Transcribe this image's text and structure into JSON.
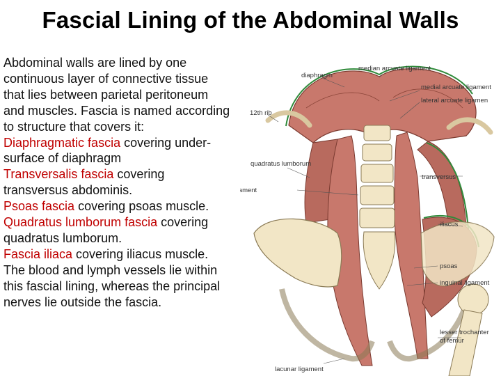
{
  "title": "Fascial Lining of the Abdominal Walls",
  "body": {
    "intro": [
      "Abdominal walls are lined by one",
      "continuous layer of connective tissue",
      "that lies between parietal peritoneum",
      "and muscles. Fascia is named according",
      "to structure that covers it:"
    ],
    "fasciae": [
      {
        "name": "Diaphragmatic fascia",
        "desc_1": " covering under-",
        "desc_2": "surface of diaphragm"
      },
      {
        "name": "Transversalis fascia",
        "desc_1": " covering",
        "desc_2": "transversus abdominis."
      },
      {
        "name": "Psoas fascia",
        "desc_1": " covering psoas muscle.",
        "desc_2": ""
      },
      {
        "name": "Quadratus lumborum fascia",
        "desc_1": " covering",
        "desc_2": "quadratus lumborum."
      },
      {
        "name": "Fascia iliaca",
        "desc_1": " covering iliacus muscle.",
        "desc_2": ""
      }
    ],
    "closing": [
      "The blood and lymph vessels lie within",
      "this fascial lining, whereas the principal",
      "nerves lie outside the fascia."
    ]
  },
  "figure_labels": {
    "diaphragm": "diaphragm",
    "median_arcuate": "median arcuate ligament",
    "medial_arcuate": "medial arcuate ligament",
    "lateral_arcuate": "lateral arcuate ligamen",
    "rib12": "12th rib",
    "quadratus_lumborum": "quadratus lumborum",
    "transversus": "transversus",
    "iliolumbar": "iliolumbar ligament",
    "iliacus": "iliacus",
    "psoas": "psoas",
    "inguinal": "inguinal ligament",
    "lesser_trochanter_1": "lesser trochanter",
    "lesser_trochanter_2": "of femur",
    "lacunar": "lacunar ligament"
  },
  "colors": {
    "fascia_name": "#c00000",
    "muscle": "#c8786c",
    "muscle_dark": "#a8564c",
    "bone": "#f2e6c6",
    "fascia_line": "#2f8a3a"
  }
}
